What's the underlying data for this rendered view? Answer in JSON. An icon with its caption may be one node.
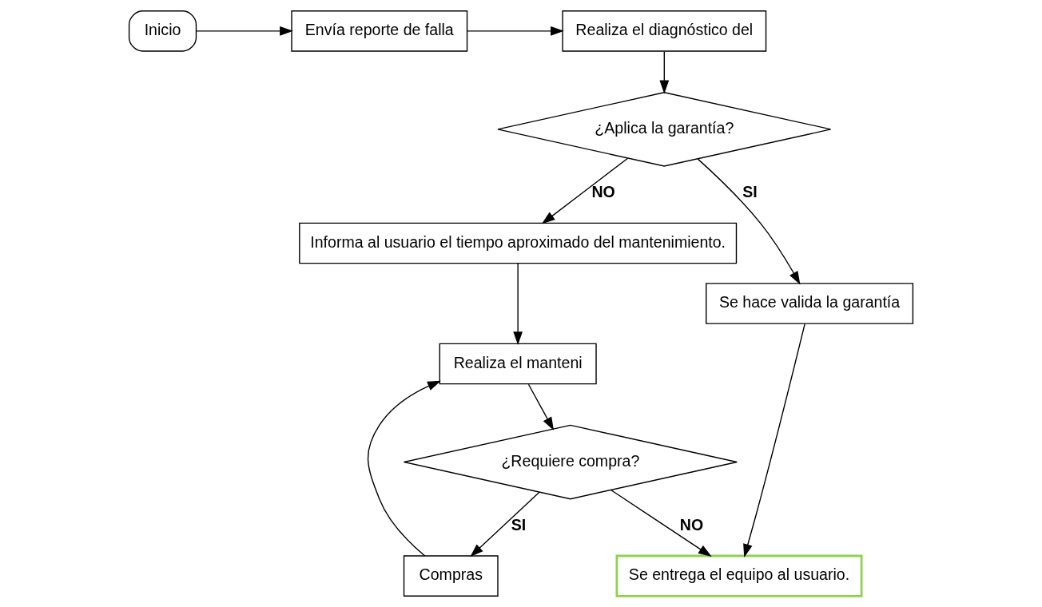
{
  "diagram": {
    "nodes": [
      {
        "text": [
          "Inicio"
        ]
      },
      {
        "text": [
          "Envía reporte de falla"
        ]
      },
      {
        "text": [
          "Realiza el diagnóstico del"
        ]
      },
      {
        "text": [
          "¿Aplica la garantía?"
        ]
      },
      {
        "text": [
          "Informa al usuario el tiempo aproximado del mantenimiento."
        ]
      },
      {
        "text": [
          "Se hace valida la garantía"
        ]
      },
      {
        "text": [
          "Realiza el manteni"
        ]
      },
      {
        "text": [
          "¿Requiere compra?"
        ]
      },
      {
        "text": [
          "Compras"
        ]
      },
      {
        "text": [
          "Se entrega el equipo al usuario."
        ]
      }
    ],
    "edges": [
      {
        "from": 0,
        "to": 1,
        "arrow": "to"
      },
      {
        "from": 1,
        "to": 2,
        "arrow": "to"
      },
      {
        "from": 2,
        "to": 3,
        "arrow": "to"
      },
      {
        "from": 3,
        "to": 4,
        "arrow": "to",
        "label": "NO"
      },
      {
        "from": 3,
        "to": 5,
        "arrow": "to",
        "label": "SI"
      },
      {
        "from": 4,
        "to": 6,
        "arrow": "to"
      },
      {
        "from": 6,
        "to": 7,
        "arrow": "to"
      },
      {
        "from": 7,
        "to": 8,
        "arrow": "to",
        "label": "SI"
      },
      {
        "from": 8,
        "to": 6,
        "arrow": "to"
      },
      {
        "from": 7,
        "to": 9,
        "arrow": "to",
        "label": "NO"
      },
      {
        "from": 5,
        "to": 9,
        "arrow": "to"
      }
    ]
  }
}
